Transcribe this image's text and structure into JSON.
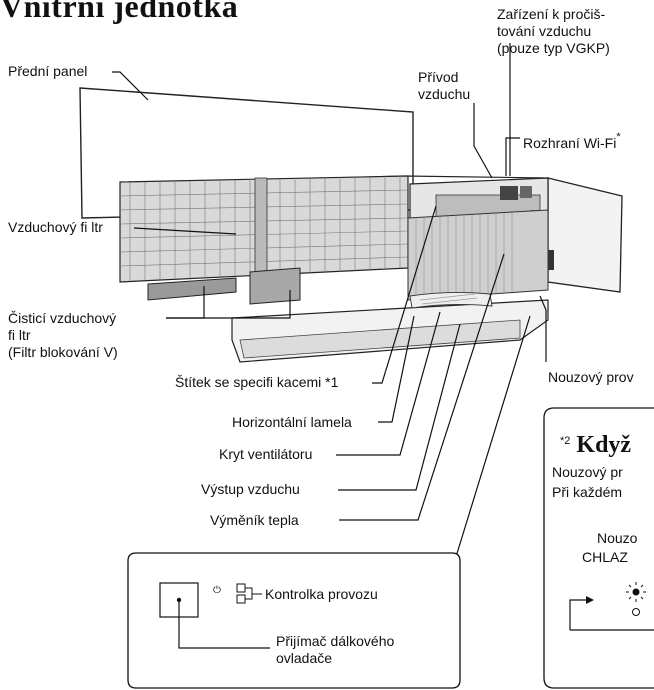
{
  "title": "Vnitřní jednotka",
  "labels": {
    "front_panel": "Přední panel",
    "air_purifier": "Zařízení k pročiš-\ntování vzduchu\n(pouze typ VGKP)",
    "air_intake": "Přívod\nvzduchu",
    "wifi": "Rozhraní Wi-Fi",
    "wifi_sup": "*",
    "air_filter": "Vzduchový fi ltr",
    "cleaning_filter": "Čisticí vzduchový\nfi ltr\n(Filtr blokování V)",
    "spec_label": "Štítek se specifi kacemi *1",
    "emergency": "Nouzový prov",
    "horizontal_louver": "Horizontální lamela",
    "fan_cover": "Kryt ventilátoru",
    "air_outlet": "Výstup vzduchu",
    "heat_exchanger": "Výměník tepla"
  },
  "indicator_box": {
    "operation_lamp": "Kontrolka provozu",
    "remote_receiver": "Přijímač dálkového\novladače"
  },
  "side_box": {
    "marker": "*2",
    "title": "Když",
    "line1": "Nouzový pr",
    "line2": "Při každém",
    "line3": "Nouzo",
    "line4": "CHLAZ"
  }
}
